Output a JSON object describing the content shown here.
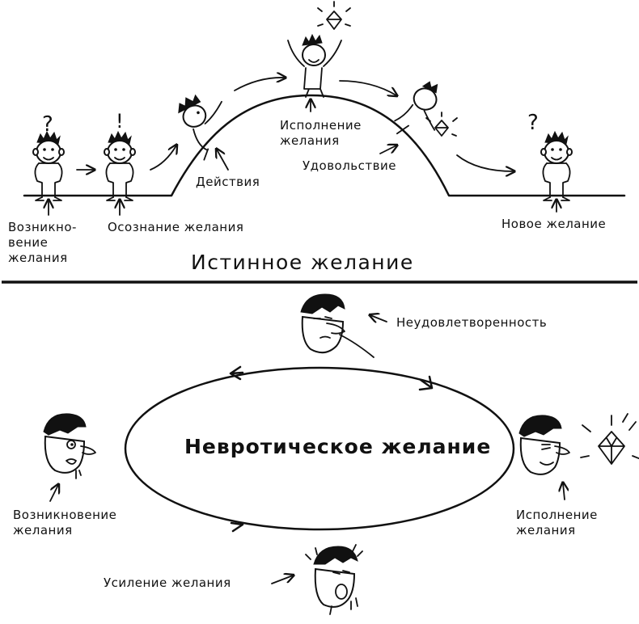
{
  "true_desire": {
    "title": "Истинное желание",
    "stages": {
      "arising": [
        "Возникно-",
        "вение",
        "желания"
      ],
      "awareness": "Осознание желания",
      "actions": "Действия",
      "fulfillment": [
        "Исполнение",
        "желания"
      ],
      "satisfaction": "Удовольствие",
      "new_desire": "Новое желание"
    },
    "marks": {
      "question": "?",
      "exclaim": "!"
    }
  },
  "neurotic_desire": {
    "title": "Невротическое желание",
    "stages": {
      "dissatisfaction": "Неудовлетворенность",
      "arising": [
        "Возникновение",
        "желания"
      ],
      "fulfillment": [
        "Исполнение",
        "желания"
      ],
      "intensification": "Усиление желания"
    }
  }
}
